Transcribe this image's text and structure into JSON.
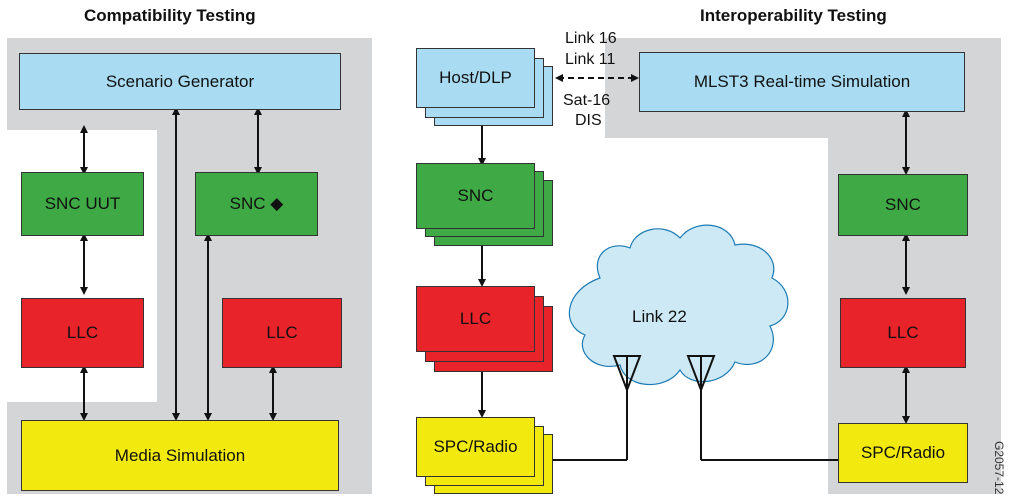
{
  "compatibility": {
    "title": "Compatibility Testing",
    "scenario_generator": "Scenario Generator",
    "snc_uut": "SNC UUT",
    "snc": "SNC ◆",
    "llc_left": "LLC",
    "llc_right": "LLC",
    "media_simulation": "Media Simulation"
  },
  "center": {
    "host_dlp": "Host/DLP",
    "snc": "SNC",
    "llc": "LLC",
    "spc_radio": "SPC/Radio",
    "cloud_label": "Link 22",
    "links": [
      "Link 16",
      "Link 11",
      "Sat-16",
      "DIS"
    ]
  },
  "interoperability": {
    "title": "Interoperability Testing",
    "mlst3": "MLST3 Real-time Simulation",
    "snc": "SNC",
    "llc": "LLC",
    "spc_radio": "SPC/Radio"
  },
  "figure_id": "G2057-12"
}
